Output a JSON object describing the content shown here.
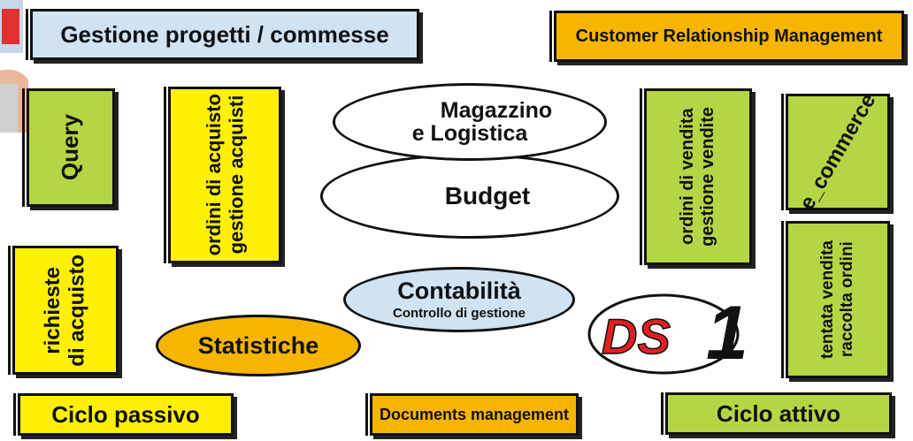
{
  "boxes": {
    "gestione_progetti": "Gestione progetti / commesse",
    "crm": "Customer Relationship Management",
    "query": "Query",
    "acquisti_line1": "ordini di acquisto",
    "acquisti_line2": "gestione acquisti",
    "vendite_line1": "ordini di vendita",
    "vendite_line2": "gestione vendite",
    "ecommerce": "e_commerce",
    "richieste_line1": "richieste",
    "richieste_line2": "di acquisto",
    "tentata_line1": "tentata vendita",
    "tentata_line2": "raccolta ordini",
    "ciclo_passivo": "Ciclo passivo",
    "documents": "Documents management",
    "ciclo_attivo": "Ciclo attivo"
  },
  "ovals": {
    "magazzino_line1": "Magazzino",
    "magazzino_line2": "e Logistica",
    "budget": "Budget",
    "contabilita": "Contabilità",
    "controllo": "Controllo di gestione",
    "statistiche": "Statistiche"
  },
  "logo": {
    "text": "DS1",
    "color": "#e02020"
  }
}
